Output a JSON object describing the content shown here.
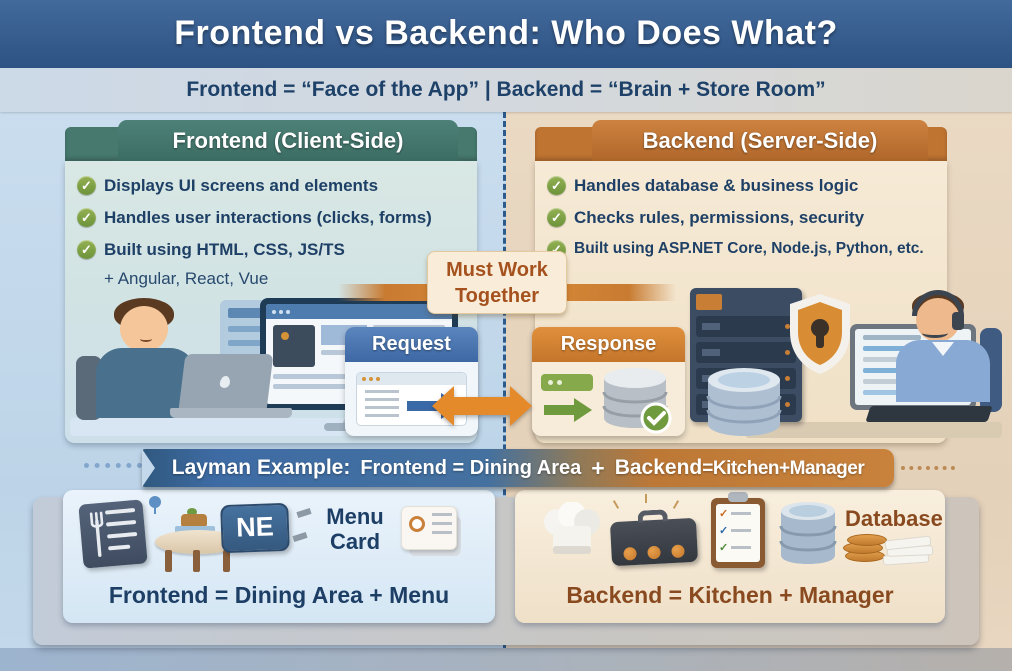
{
  "title": "Frontend vs Backend: Who Does What?",
  "subtitle": "Frontend =  “Face of the App” | Backend = “Brain + Store Room”",
  "icons": {
    "check": "✓"
  },
  "colors": {
    "header_blue": "#2d5284",
    "teal": "#47796f",
    "orange": "#bf7432",
    "navy_text": "#1f4066",
    "brown_text": "#8a4a1f",
    "green_check": "#6d933a",
    "arrow_orange": "#e58a2a"
  },
  "frontend_panel": {
    "header": "Frontend (Client-Side)",
    "bullets": [
      "Displays UI screens and elements",
      "Handles user interactions (clicks, forms)",
      "Built using HTML, CSS, JS/TS"
    ],
    "subline": "+ Angular, React, Vue"
  },
  "backend_panel": {
    "header": "Backend (Server-Side)",
    "bullets": [
      "Handles database & business logic",
      "Checks rules, permissions, security",
      "Built using ASP.NET Core, Node.js, Python, etc."
    ]
  },
  "center": {
    "must_work_line1": "Must Work",
    "must_work_line2": "Together",
    "request_label": "Request",
    "response_label": "Response"
  },
  "banner": {
    "prefix": "Layman Example:",
    "frontend_part": "Frontend = Dining Area",
    "plus": "+",
    "backend_name": "Backend",
    "backend_rest": "=Kitchen+Manager"
  },
  "bottom_left": {
    "sign_text": "NE",
    "icon_label": "Menu Card",
    "caption": "Frontend = Dining Area + Menu"
  },
  "bottom_right": {
    "icon_label": "Database",
    "caption": "Backend = Kitchen + Manager"
  }
}
